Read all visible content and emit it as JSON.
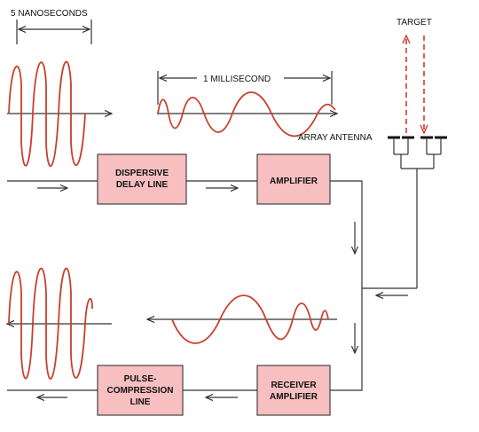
{
  "labels": {
    "pulse_width": "5 NANOSECONDS",
    "chirp_width": "1 MILLISECOND",
    "target": "TARGET",
    "antenna": "ARRAY ANTENNA"
  },
  "boxes": {
    "delay_line": [
      "DISPERSIVE",
      "DELAY LINE"
    ],
    "amplifier": [
      "AMPLIFIER"
    ],
    "receiver": [
      "RECEIVER",
      "AMPLIFIER"
    ],
    "compression": [
      "PULSE-",
      "COMPRESSION",
      "LINE"
    ]
  },
  "colors": {
    "wave": "#c9402e",
    "box_fill": "#f7bfc0",
    "beam": "#d93a2c"
  }
}
